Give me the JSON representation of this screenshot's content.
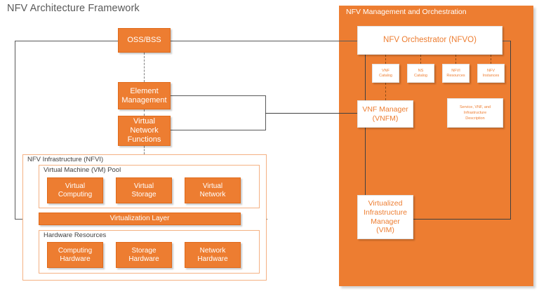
{
  "page": {
    "title": "NFV Architecture Framework",
    "accent_orange": "#ED7D31",
    "title_color": "#595959",
    "line_color": "#595959",
    "nfvi_border": "#F4B183"
  },
  "left_column": {
    "oss_bss": "OSS/BSS",
    "element_management": "Element\nManagement",
    "element_management_lines": [
      "Element",
      "Management"
    ],
    "vnf_lines": [
      "Virtual",
      "Network",
      "Functions"
    ]
  },
  "nfvi": {
    "label": "NFV Infrastructure (NFVI)",
    "vm_pool": {
      "label": "Virtual Machine (VM) Pool",
      "items": [
        {
          "lines": [
            "Virtual",
            "Computing"
          ]
        },
        {
          "lines": [
            "Virtual",
            "Storage"
          ]
        },
        {
          "lines": [
            "Virtual",
            "Network"
          ]
        }
      ]
    },
    "virtualization_layer": "Virtualization Layer",
    "hardware": {
      "label": "Hardware Resources",
      "items": [
        {
          "lines": [
            "Computing",
            "Hardware"
          ]
        },
        {
          "lines": [
            "Storage",
            "Hardware"
          ]
        },
        {
          "lines": [
            "Network",
            "Hardware"
          ]
        }
      ]
    }
  },
  "mano": {
    "label": "NFV Management and Orchestration",
    "orchestrator": "NFV Orchestrator (NFVO)",
    "catalogs": [
      {
        "lines": [
          "VNF",
          "Catalog"
        ]
      },
      {
        "lines": [
          "NS",
          "Catalog"
        ]
      },
      {
        "lines": [
          "NFVI",
          "Resources"
        ]
      },
      {
        "lines": [
          "NFV",
          "Instances"
        ]
      }
    ],
    "vnf_manager_lines": [
      "VNF Manager",
      "(VNFM)"
    ],
    "description_lines": [
      "Service, VNF, and",
      "Infrastructure",
      "Description"
    ],
    "vim_lines": [
      "Virtualized",
      "Infrastructure",
      "Manager",
      "(VIM)"
    ]
  }
}
